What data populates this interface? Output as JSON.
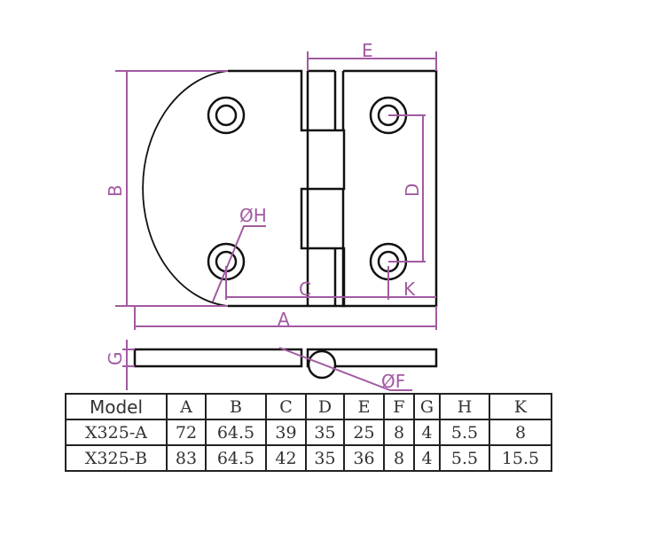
{
  "diagram": {
    "dimension_labels": {
      "A": "A",
      "B": "B",
      "C": "C",
      "D": "D",
      "E": "E",
      "G": "G",
      "H": "ØH",
      "F": "ØF"
    },
    "colors": {
      "dimension": "#a25aa2",
      "outline": "#111111"
    }
  },
  "table": {
    "headers": [
      "Model",
      "A",
      "B",
      "C",
      "D",
      "E",
      "F",
      "G",
      "H",
      "K"
    ],
    "rows": [
      [
        "X325-A",
        "72",
        "64.5",
        "39",
        "35",
        "25",
        "8",
        "4",
        "5.5",
        "8"
      ],
      [
        "X325-B",
        "83",
        "64.5",
        "42",
        "35",
        "36",
        "8",
        "4",
        "5.5",
        "15.5"
      ]
    ]
  }
}
